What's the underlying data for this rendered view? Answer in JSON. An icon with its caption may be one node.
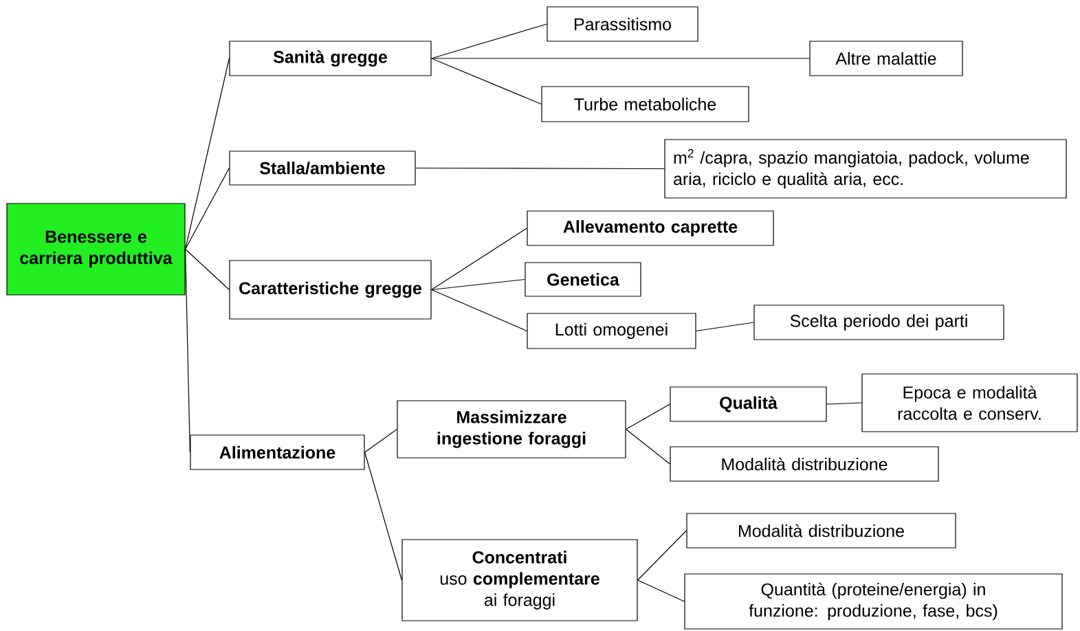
{
  "diagram": {
    "nodes": [
      {
        "text": [
          "Benessere e carriera produttiva"
        ]
      },
      {
        "text": [
          "Sanità gregge"
        ]
      },
      {
        "text": [
          "Parassitismo"
        ]
      },
      {
        "text": [
          "Altre malattie"
        ]
      },
      {
        "text": [
          "Turbe metaboliche"
        ]
      },
      {
        "text": [
          "Stalla/ambiente"
        ]
      },
      {
        "text": [
          "m$^{2}$ /capra, spazio mangiatoia, padock, volume aria, riciclo e qualità aria, ecc."
        ]
      },
      {
        "text": [
          "Caratteristiche gregge"
        ]
      },
      {
        "text": [
          "Allevamento caprette"
        ]
      },
      {
        "text": [
          "Genetica"
        ]
      },
      {
        "text": [
          "Lotti omogenei"
        ]
      },
      {
        "text": [
          "Scelta periodo dei parti"
        ]
      },
      {
        "text": [
          "Alimentazione"
        ]
      },
      {
        "text": [
          "Massimizzare ingestione foraggi"
        ]
      },
      {
        "text": [
          "Qualità"
        ]
      },
      {
        "text": [
          "Epoca e modalità raccolta e conserv."
        ]
      },
      {
        "text": [
          "Modalità distribuzione"
        ]
      },
      {
        "text": [
          "Concentrati",
          "uso **complementare** ai foraggi"
        ]
      },
      {
        "text": [
          "Modalità distribuzione"
        ]
      },
      {
        "text": [
          "Quantità (proteine/energia) in funzione: produzione, fase, bcs)"
        ]
      }
    ],
    "edges": [
      {
        "from": 0,
        "to": 1,
        "arrow": "none"
      },
      {
        "from": 0,
        "to": 5,
        "arrow": "none"
      },
      {
        "from": 0,
        "to": 7,
        "arrow": "none"
      },
      {
        "from": 0,
        "to": 12,
        "arrow": "none"
      },
      {
        "from": 1,
        "to": 2,
        "arrow": "none"
      },
      {
        "from": 1,
        "to": 3,
        "arrow": "none"
      },
      {
        "from": 1,
        "to": 4,
        "arrow": "none"
      },
      {
        "from": 5,
        "to": 6,
        "arrow": "none"
      },
      {
        "from": 7,
        "to": 8,
        "arrow": "none"
      },
      {
        "from": 7,
        "to": 9,
        "arrow": "none"
      },
      {
        "from": 7,
        "to": 10,
        "arrow": "none"
      },
      {
        "from": 10,
        "to": 11,
        "arrow": "none"
      },
      {
        "from": 12,
        "to": 13,
        "arrow": "none"
      },
      {
        "from": 12,
        "to": 17,
        "arrow": "none"
      },
      {
        "from": 13,
        "to": 14,
        "arrow": "none"
      },
      {
        "from": 13,
        "to": 16,
        "arrow": "none"
      },
      {
        "from": 14,
        "to": 15,
        "arrow": "none"
      },
      {
        "from": 17,
        "to": 18,
        "arrow": "none"
      },
      {
        "from": 17,
        "to": 19,
        "arrow": "none"
      }
    ]
  }
}
